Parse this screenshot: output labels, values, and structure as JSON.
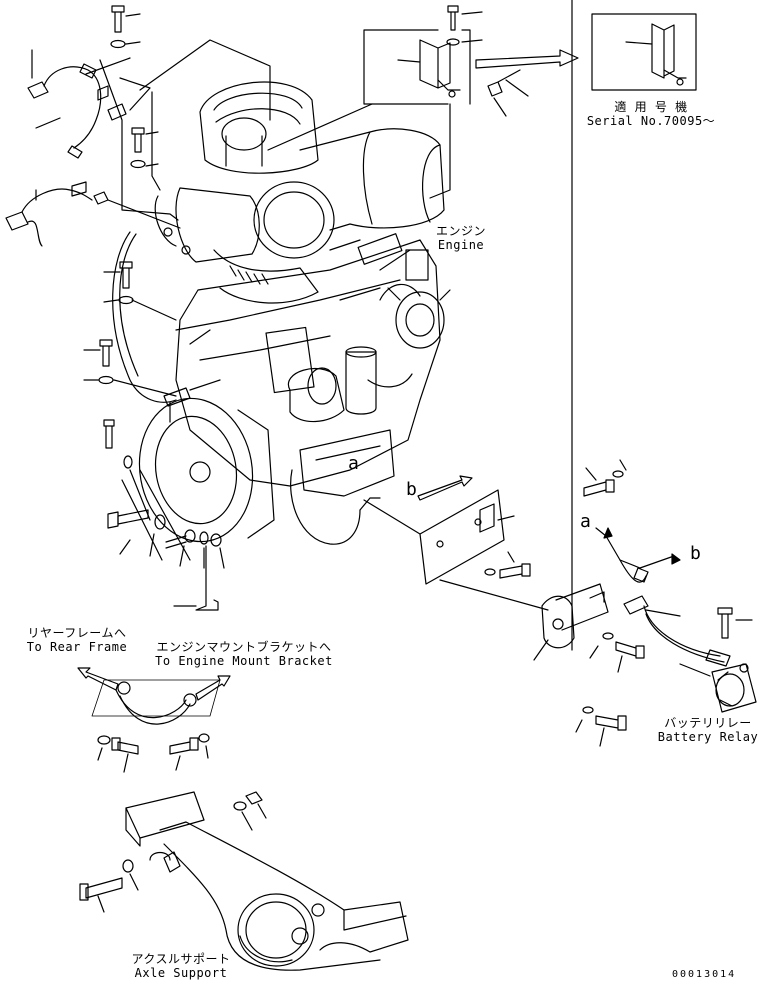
{
  "serial_note": {
    "jp": "適 用 号 機",
    "en": "Serial No.70095～"
  },
  "engine_label": {
    "jp": "エンジン",
    "en": "Engine"
  },
  "rear_frame_label": {
    "jp": "リヤーフレームへ",
    "en": "To Rear Frame"
  },
  "mount_bracket_label": {
    "jp": "エンジンマウントブラケットへ",
    "en": "To Engine Mount Bracket"
  },
  "battery_relay_label": {
    "jp": "バッテリリレー",
    "en": "Battery Relay"
  },
  "axle_support_label": {
    "jp": "アクスルサポート",
    "en": "Axle Support"
  },
  "callout_letters": {
    "a_upper": "a",
    "b_upper": "b",
    "a_right": "a",
    "b_right": "b"
  },
  "doc_number": "00013014"
}
